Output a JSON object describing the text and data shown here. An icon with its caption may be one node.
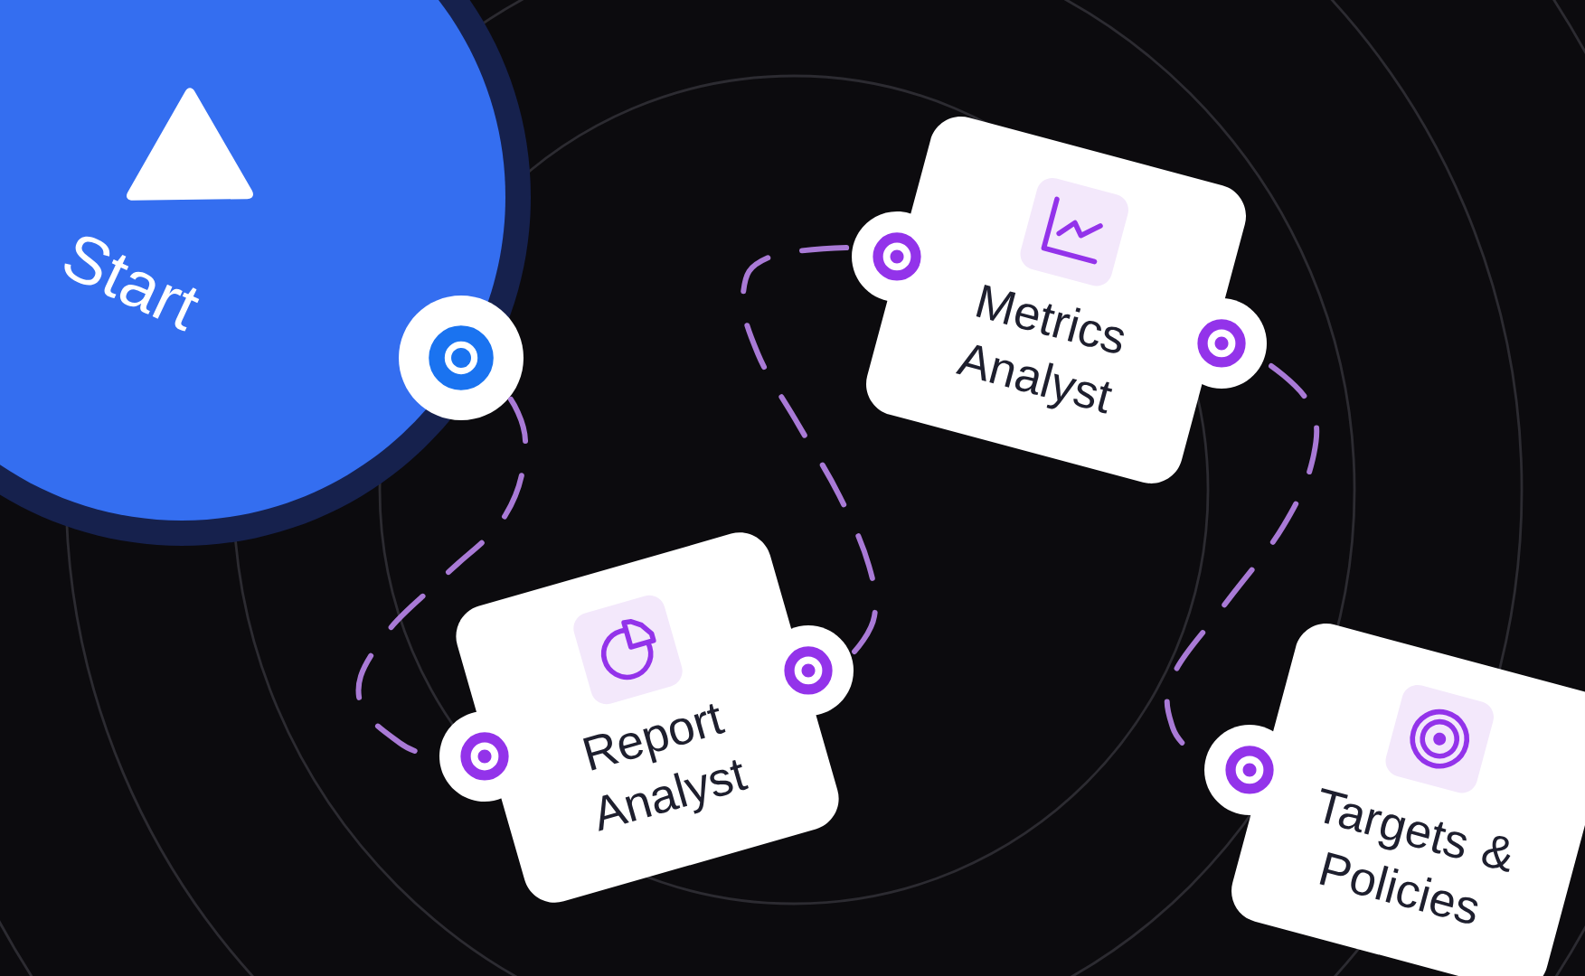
{
  "diagram": {
    "nodes": [
      {
        "text": [
          "Start"
        ]
      },
      {
        "text": [
          "Report Analyst"
        ]
      },
      {
        "text": [
          "Metrics Analyst"
        ]
      },
      {
        "text": [
          "Targets & Policies"
        ]
      }
    ],
    "edges": [
      {
        "from": 0,
        "to": 1,
        "arrow": "none",
        "style": "dashed"
      },
      {
        "from": 1,
        "to": 2,
        "arrow": "none",
        "style": "dashed"
      },
      {
        "from": 2,
        "to": 3,
        "arrow": "none",
        "style": "dashed"
      }
    ]
  }
}
